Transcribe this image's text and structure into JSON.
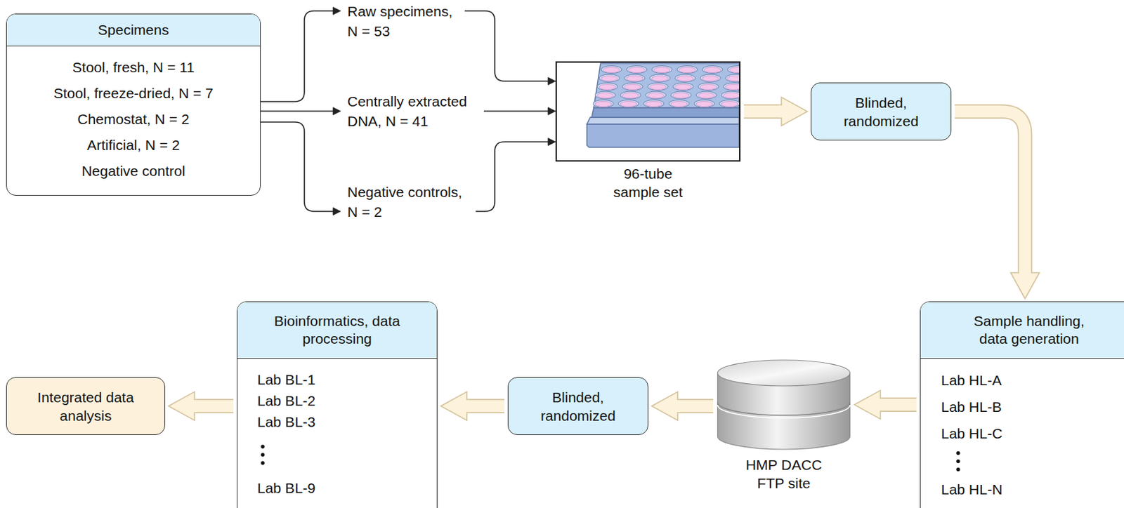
{
  "diagram": {
    "nodes": [
      {
        "text": [
          "Specimens",
          "Stool, fresh, N = 11",
          "Stool, freeze-dried, N = 7",
          "Chemostat, N = 2",
          "Artificial, N = 2",
          "Negative control"
        ]
      },
      {
        "text": [
          "96-tube sample set"
        ]
      },
      {
        "text": [
          "Blinded, randomized"
        ]
      },
      {
        "text": [
          "Sample handling, data generation",
          "Lab HL-A",
          "Lab HL-B",
          "Lab HL-C",
          "Lab HL-N"
        ]
      },
      {
        "text": [
          "HMP DACC FTP site"
        ]
      },
      {
        "text": [
          "Blinded, randomized"
        ]
      },
      {
        "text": [
          "Bioinformatics, data processing",
          "Lab BL-1",
          "Lab BL-2",
          "Lab BL-3",
          "Lab BL-9"
        ]
      },
      {
        "text": [
          "Integrated data analysis"
        ]
      }
    ],
    "edges": [
      {
        "from": 0,
        "to": 1,
        "label": "Raw specimens, N = 53",
        "arrow": "to"
      },
      {
        "from": 0,
        "to": 1,
        "label": "Centrally extracted DNA, N = 41",
        "arrow": "to"
      },
      {
        "from": 0,
        "to": 1,
        "label": "Negative controls, N = 2",
        "arrow": "to"
      },
      {
        "from": 1,
        "to": 2,
        "arrow": "to"
      },
      {
        "from": 2,
        "to": 3,
        "arrow": "to"
      },
      {
        "from": 3,
        "to": 4,
        "arrow": "to"
      },
      {
        "from": 4,
        "to": 5,
        "arrow": "to"
      },
      {
        "from": 5,
        "to": 6,
        "arrow": "to"
      },
      {
        "from": 6,
        "to": 7,
        "arrow": "to"
      }
    ]
  }
}
